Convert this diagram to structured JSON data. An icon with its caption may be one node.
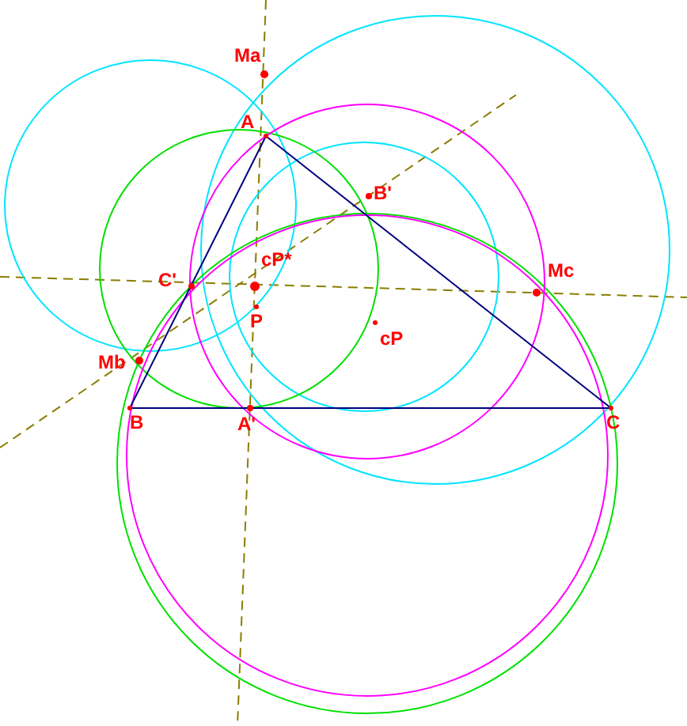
{
  "diagram": {
    "labels": [
      "Ma",
      "A",
      "B'",
      "C'",
      "cP*",
      "P",
      "cP",
      "Mc",
      "Mb",
      "B",
      "A'",
      "C"
    ]
  }
}
